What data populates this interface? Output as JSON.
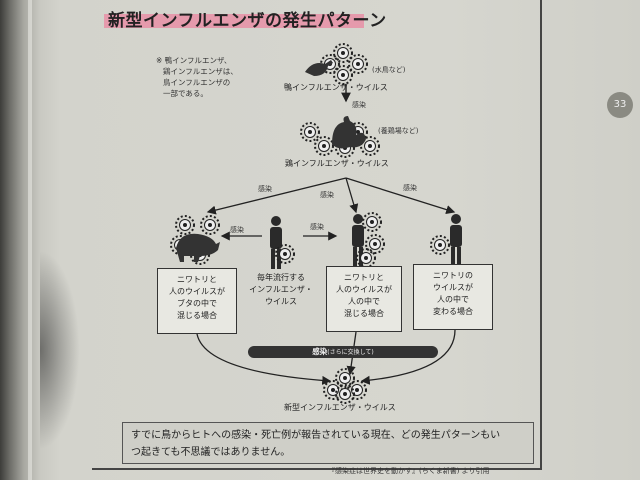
{
  "title": "新型インフルエンザの発生パターン",
  "note": [
    "※ 鴨インフルエンザ、",
    "鶏インフルエンザは、",
    "鳥インフルエンザの",
    "一部である。"
  ],
  "labels": {
    "kamo_where": "(水鳥など)",
    "kamo_virus": "鴨インフルエンザ・ウイルス",
    "kansen": "感染",
    "niwatori_where": "(養鶏場など)",
    "niwatori_virus": "鶏インフルエンザ・ウイルス",
    "new_virus": "新型インフルエンザ・ウイルス"
  },
  "boxes": [
    [
      "ニワトリと",
      "人のウイルスが",
      "ブタの中で",
      "混じる場合"
    ],
    [
      "ニワトリと",
      "人のウイルスが",
      "人の中で",
      "混じる場合"
    ],
    [
      "ニワトリの",
      "ウイルスが",
      "人の中で",
      "変わる場合"
    ]
  ],
  "seasonal": [
    "毎年流行する",
    "インフルエンザ・",
    "ウイルス"
  ],
  "band": {
    "main": "感染",
    "sub": "(さらに交換して)"
  },
  "page_number": "33",
  "bottom_text": [
    "すでに鳥からヒトへの感染・死亡例が報告されている現在、どの発生パターンもい",
    "つ起きても不思議ではありません。"
  ],
  "source": "『感染症は世界史を動かす』(ちくま新書) より引用"
}
